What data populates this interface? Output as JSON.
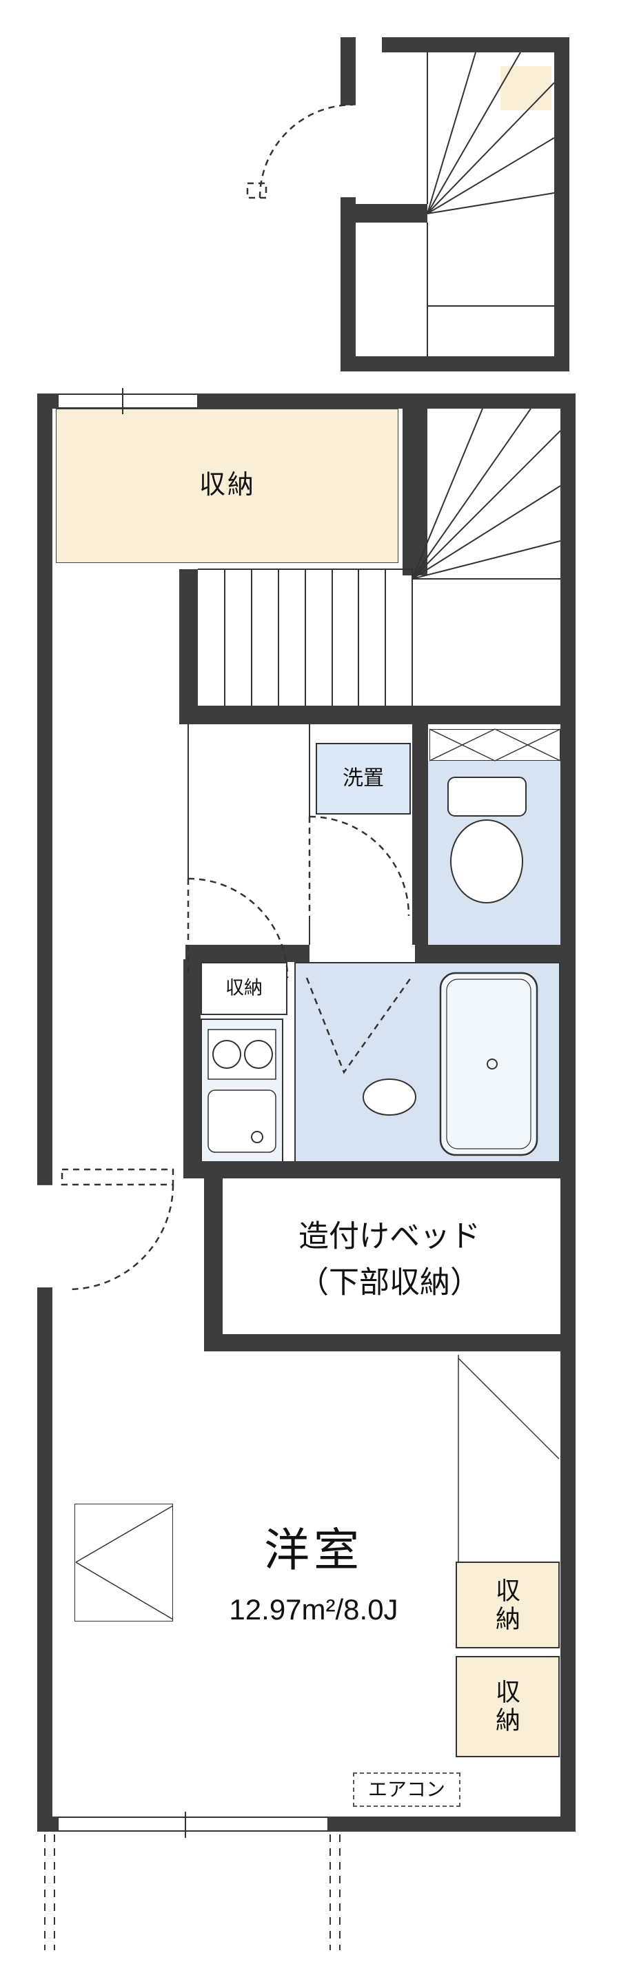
{
  "labels": {
    "storage_top": "収納",
    "laundry": "洗置",
    "storage_kitchen": "収納",
    "bed_line1": "造付けベッド",
    "bed_line2": "（下部収納）",
    "room_name": "洋室",
    "room_area": "12.97m²/8.0J",
    "storage_right_upper": "収納",
    "storage_right_lower": "収納",
    "aircon": "エアコン"
  },
  "colors": {
    "wall": "#3d3d3d",
    "storage_fill": "#f9efd9",
    "water_fill": "#d7e3f1",
    "line": "#333333"
  }
}
